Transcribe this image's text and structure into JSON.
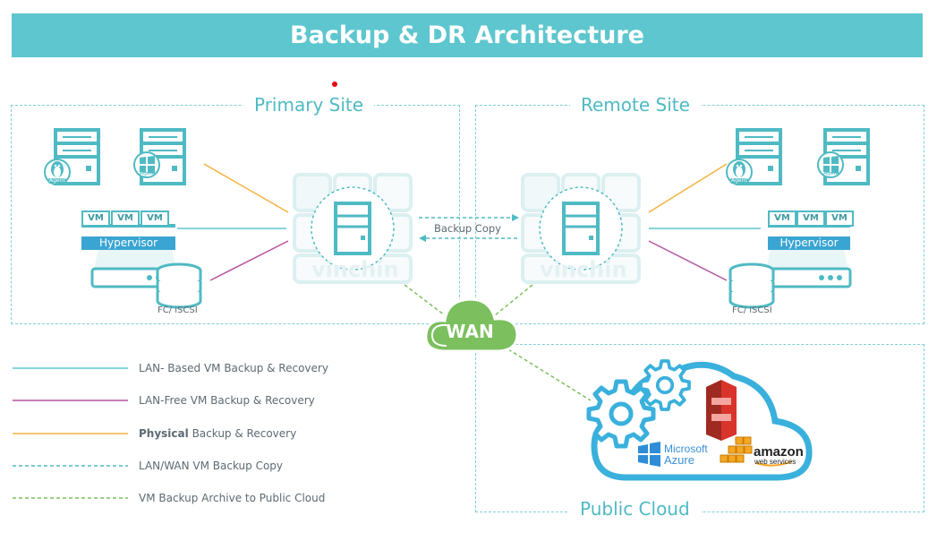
{
  "title": "Backup & DR Architecture",
  "zones": {
    "primary": "Primary Site",
    "remote": "Remote Site",
    "cloud": "Public Cloud"
  },
  "storage_label": "FC/ iSCSI",
  "hypervisor_label": "Hypervisor",
  "vm_label": "VM",
  "agent_label": "Agent",
  "backup_copy_label": "Backup Copy",
  "wan_label": "WAN",
  "watermark": "vinchin",
  "cloud_vendors": {
    "microsoft": "Microsoft",
    "azure": "Azure",
    "amazon": "amazon",
    "webservices": "web services"
  },
  "legend": [
    {
      "text": "LAN- Based VM Backup & Recovery",
      "color": "#5ec6ce",
      "style": "solid"
    },
    {
      "text": "LAN-Free VM Backup & Recovery",
      "color": "#b5549c",
      "style": "solid"
    },
    {
      "bold": "Physical",
      "text": " Backup & Recovery",
      "color": "#f2b33d",
      "style": "solid"
    },
    {
      "text": "LAN/WAN VM Backup Copy",
      "color": "#4fbac3",
      "style": "dashed"
    },
    {
      "text": "VM Backup Archive to Public Cloud",
      "color": "#7bbf5e",
      "style": "dashed"
    }
  ],
  "colors": {
    "banner": "#5ec6ce",
    "teal": "#4fbac3",
    "hypervisor": "#3aa5d2",
    "lan_free": "#b5549c",
    "physical": "#f2b33d",
    "wan_green": "#7bbf5e",
    "cloud_blue": "#3ab0dc",
    "s3_red": "#d9342b"
  }
}
